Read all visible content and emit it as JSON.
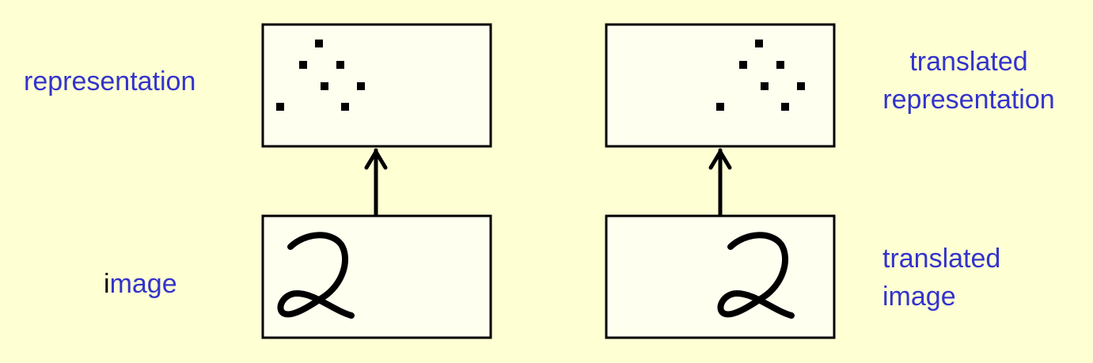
{
  "labels": {
    "representation": "representation",
    "image_first": "i",
    "image_rest": "mage",
    "translated_representation_line1": "translated",
    "translated_representation_line2": "representation",
    "translated_image_line1": "translated",
    "translated_image_line2": "image"
  },
  "colors": {
    "background": "#ffffd4",
    "label_text": "#3333cc",
    "box_fill": "#fffff0",
    "stroke": "#000000"
  },
  "digit": "2"
}
